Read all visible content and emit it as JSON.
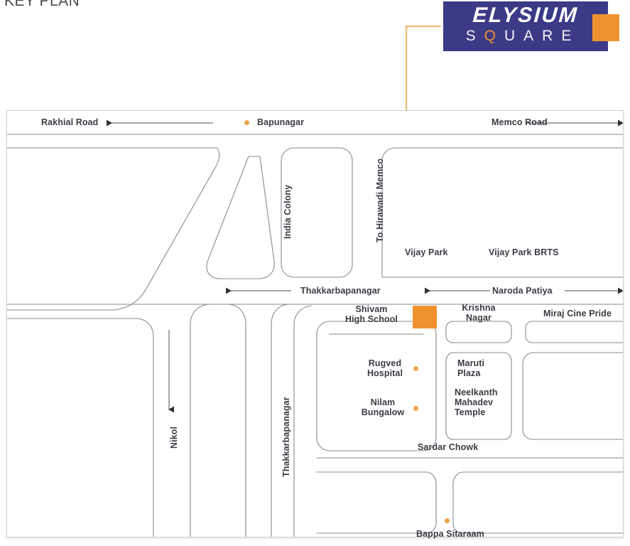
{
  "page": {
    "title": "KEY PLAN"
  },
  "logo": {
    "name_line1": "ELYSIUM",
    "name_line2_pre": "S",
    "name_line2_q": "Q",
    "name_line2_post": "UARE",
    "name_line2_full": "SQUARE",
    "plate_color": "#3b3a86",
    "accent_color": "#f0912f"
  },
  "map": {
    "roads": [
      {
        "id": "rakhial-road",
        "label": "Rakhial Road",
        "direction": "left"
      },
      {
        "id": "memco-road",
        "label": "Memco Road",
        "direction": "right"
      },
      {
        "id": "thakkarbapanagar-road",
        "label": "Thakkarbapanagar",
        "direction": "left"
      },
      {
        "id": "naroda-patiya-road",
        "label": "Naroda Patiya",
        "direction": "right"
      },
      {
        "id": "to-hirawadi-memco",
        "label": "To Hirawadi Memco",
        "direction": "none"
      },
      {
        "id": "india-colony",
        "label": "India Colony",
        "direction": "none"
      },
      {
        "id": "nikol",
        "label": "Nikol",
        "direction": "down"
      },
      {
        "id": "thakkarbapanagar-vertical",
        "label": "Thakkarbapanagar",
        "direction": "none"
      },
      {
        "id": "sardar-chowk",
        "label": "Sardar Chowk",
        "direction": "none"
      },
      {
        "id": "bappa-sitaraam",
        "label": "Bappa Sitaraam",
        "direction": "none"
      }
    ],
    "landmarks": [
      {
        "id": "bapunagar",
        "label": "Bapunagar",
        "has_dot": true
      },
      {
        "id": "vijay-park",
        "label": "Vijay Park",
        "has_dot": false
      },
      {
        "id": "vijay-park-brts",
        "label": "Vijay Park BRTS",
        "has_dot": false
      },
      {
        "id": "shivam-high-school",
        "label": "Shivam\nHigh School",
        "has_dot": false
      },
      {
        "id": "krishna-nagar",
        "label": "Krishna\nNagar",
        "has_dot": false
      },
      {
        "id": "miraj-cine-pride",
        "label": "Miraj Cine Pride",
        "has_dot": false
      },
      {
        "id": "rugved-hospital",
        "label": "Rugved\nHospital",
        "has_dot": true
      },
      {
        "id": "nilam-bungalow",
        "label": "Nilam\nBungalow",
        "has_dot": true
      },
      {
        "id": "maruti-plaza",
        "label": "Maruti\nPlaza",
        "has_dot": false
      },
      {
        "id": "neelkanth-mahadev-temple",
        "label": "Neelkanth\nMahadev\nTemple",
        "has_dot": false
      },
      {
        "id": "bappa-sitaraam-dot",
        "label": "Bappa Sitaraam",
        "has_dot": true
      }
    ],
    "site_marker": {
      "id": "elysium-square-site",
      "color": "#f0912f"
    },
    "colors": {
      "road_line": "#6f6f78",
      "block_outline": "#8a8a92",
      "leader_line": "#f5b878",
      "dot": "#f0a44a"
    }
  },
  "labels": {
    "rakhial_road": "Rakhial Road",
    "bapunagar": "Bapunagar",
    "memco_road": "Memco Road",
    "india_colony": "India Colony",
    "to_hirawadi_memco": "To Hirawadi Memco",
    "vijay_park": "Vijay Park",
    "vijay_park_brts": "Vijay Park BRTS",
    "thakkarbapanagar": "Thakkarbapanagar",
    "naroda_patiya": "Naroda Patiya",
    "shivam_line1": "Shivam",
    "shivam_line2": "High School",
    "krishna_line1": "Krishna",
    "krishna_line2": "Nagar",
    "miraj_cine_pride": "Miraj Cine Pride",
    "rugved_line1": "Rugved",
    "rugved_line2": "Hospital",
    "nilam_line1": "Nilam",
    "nilam_line2": "Bungalow",
    "maruti_line1": "Maruti",
    "maruti_line2": "Plaza",
    "neelkanth_line1": "Neelkanth",
    "neelkanth_line2": "Mahadev",
    "neelkanth_line3": "Temple",
    "sardar_chowk": "Sardar Chowk",
    "nikol": "Nikol",
    "thakkarbapanagar_vertical": "Thakkarbapanagar",
    "bappa_sitaraam": "Bappa Sitaraam"
  }
}
